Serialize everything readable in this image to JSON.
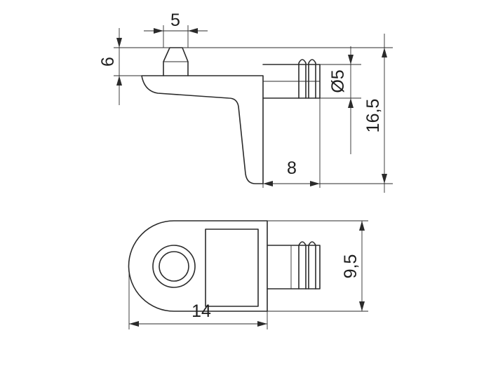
{
  "dimensions": {
    "width_top": "5",
    "height_top": "6",
    "pin_diameter": "Ø5",
    "total_height": "16,5",
    "pin_length": "8",
    "width_bottom": "9,5",
    "total_length": "14"
  },
  "colors": {
    "line": "#2b2b2b",
    "background": "#ffffff"
  }
}
